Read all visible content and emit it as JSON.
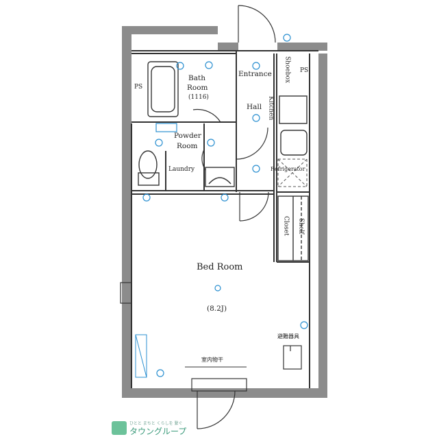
{
  "rooms": {
    "bath": "Bath",
    "bath_room": "Room",
    "bath_size": "(1116)",
    "entrance": "Entrance",
    "hall": "Hall",
    "kitchen": "Kitchen",
    "powder": "Powder",
    "powder_room": "Room",
    "laundry": "Laundry",
    "refrigerator": "Refrigerator",
    "closet": "Closet",
    "shelf": "Shelf",
    "bedroom": "Bed Room",
    "bedroom_size": "(8.2J)",
    "ps_left": "PS",
    "ps_right": "PS",
    "shoes": "Shoebox",
    "hanger": "室内物干",
    "equipment": "避難器具"
  },
  "logo": {
    "tagline": "ひとと まちと くらしを 繋ぐ",
    "name": "タウングループ"
  },
  "colors": {
    "wall": "#8c8c8c",
    "line": "#333333",
    "fixture": "#2a8fd0"
  }
}
